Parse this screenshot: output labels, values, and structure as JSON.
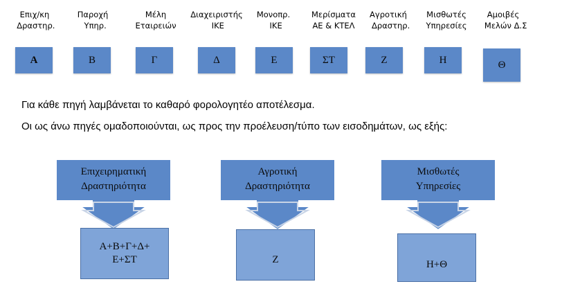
{
  "sources": [
    {
      "label": "Επιχ/κη\n Δραστηρ.",
      "letter": "Α"
    },
    {
      "label": "Παροχή\n  Υπηρ.",
      "letter": "Β"
    },
    {
      "label": "Μέλη\nΕταιρειών",
      "letter": "Γ"
    },
    {
      "label": "Διαχειριστής\n ΙΚΕ",
      "letter": "Δ"
    },
    {
      "label": "Μονοπρ.\n  ΙΚΕ",
      "letter": "Ε"
    },
    {
      "label": "Μερίσματα\nΑΕ & ΚΤΕΛ",
      "letter": "ΣΤ"
    },
    {
      "label": "Αγροτική\n  Δραστηρ.",
      "letter": "Ζ"
    },
    {
      "label": "Μισθωτές\nΥπηρεσίες",
      "letter": "Η"
    },
    {
      "label": "Αμοιβές\n  Μελών Δ.Σ",
      "letter": "Θ"
    }
  ],
  "text": {
    "line1": "Για κάθε πηγή λαμβάνεται το καθαρό φορολογητέο αποτέλεσμα.",
    "line2": "Οι ως άνω πηγές  ομαδοποιούνται, ως προς την προέλευση/τύπο των εισοδημάτων, ως εξής:"
  },
  "groups": [
    {
      "title_line1": "Επιχειρηματική",
      "title_line2": "Δραστηριότητα",
      "result_line1": "Α+Β+Γ+Δ+",
      "result_line2": "Ε+ΣΤ"
    },
    {
      "title_line1": "Αγροτική",
      "title_line2": "Δραστηριότητα",
      "result_line1": "Ζ",
      "result_line2": ""
    },
    {
      "title_line1": "Μισθωτές",
      "title_line2": "Υπηρεσίες",
      "result_line1": "Η+Θ",
      "result_line2": ""
    }
  ],
  "colors": {
    "source_box": "#5b88c8",
    "callout_fill": "#5b88c8",
    "result_fill": "#7fa4d8"
  }
}
